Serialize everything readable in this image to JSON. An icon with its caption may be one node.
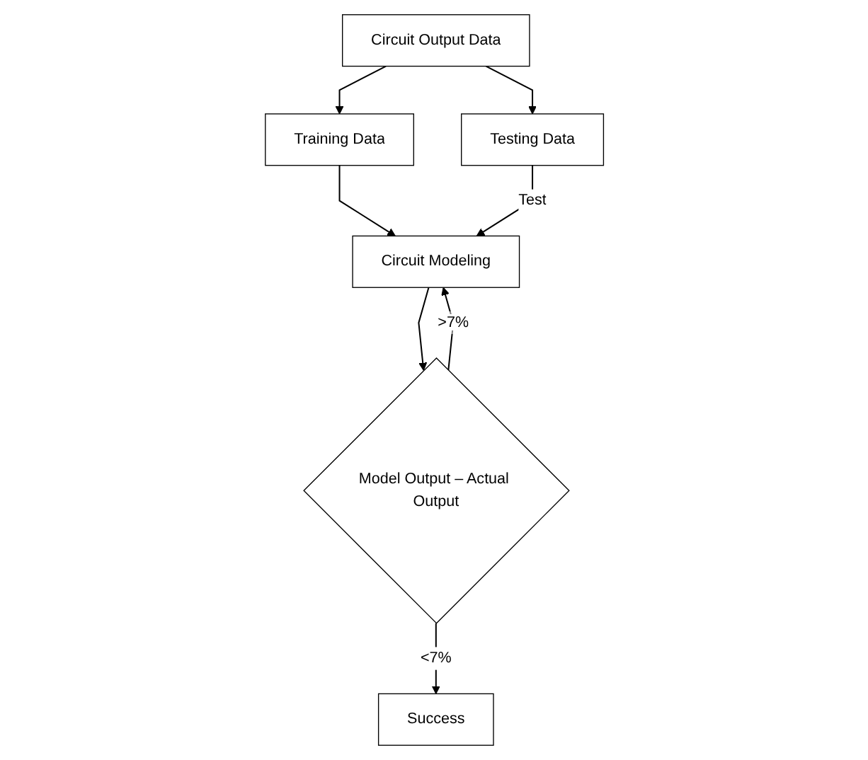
{
  "diagram": {
    "nodes": [
      {
        "text": [
          "Circuit Output Data"
        ]
      },
      {
        "text": [
          "Training Data"
        ]
      },
      {
        "text": [
          "Testing Data"
        ]
      },
      {
        "text": [
          "Circuit Modeling"
        ]
      },
      {
        "text": [
          "Model Output – Actual Output"
        ]
      },
      {
        "text": [
          "Success"
        ]
      }
    ],
    "edges": [
      {
        "from": 0,
        "to": 1,
        "arrow": "to"
      },
      {
        "from": 0,
        "to": 2,
        "arrow": "to"
      },
      {
        "from": 1,
        "to": 3,
        "arrow": "to"
      },
      {
        "from": 2,
        "to": 3,
        "arrow": "to",
        "label": "Test"
      },
      {
        "from": 3,
        "to": 4,
        "arrow": "to"
      },
      {
        "from": 4,
        "to": 3,
        "arrow": "to",
        "label": ">7%"
      },
      {
        "from": 4,
        "to": 5,
        "arrow": "to",
        "label": "<7%"
      }
    ]
  }
}
